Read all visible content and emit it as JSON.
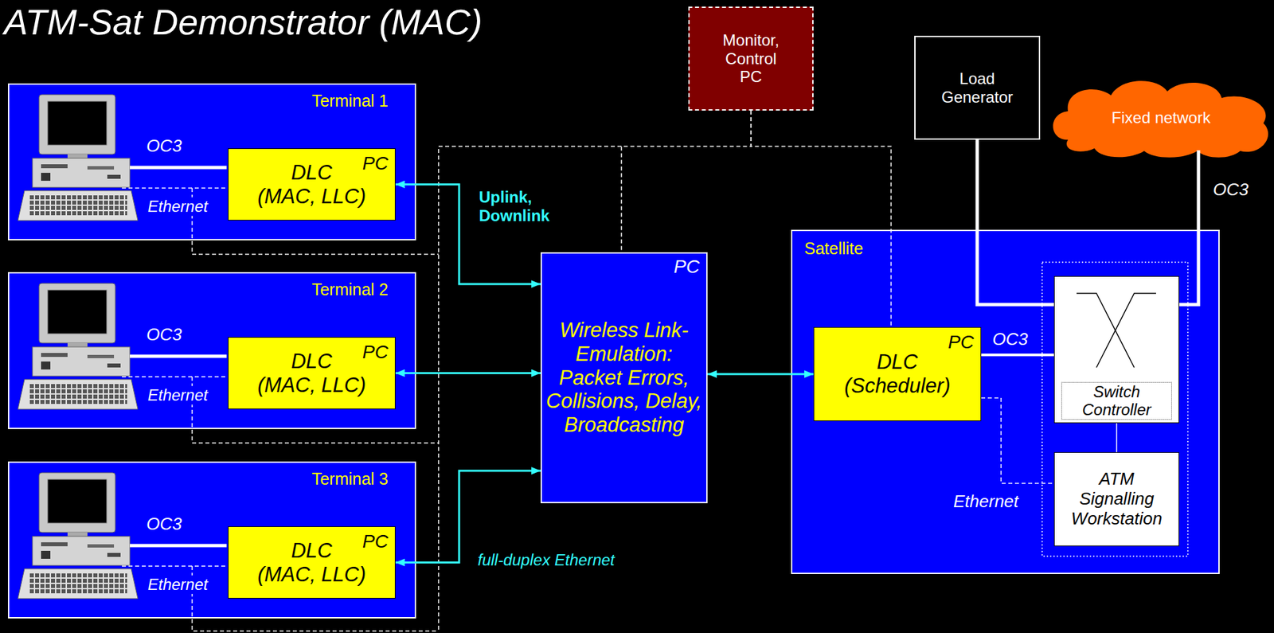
{
  "diagram": {
    "title": "ATM-Sat Demonstrator (MAC)",
    "nodes": [
      {
        "text": [
          "Terminal 1"
        ]
      },
      {
        "text": [
          "DLC",
          "(MAC, LLC)",
          "PC"
        ],
        "in": 0
      },
      {
        "text": [
          "Terminal 2"
        ]
      },
      {
        "text": [
          "DLC",
          "(MAC, LLC)",
          "PC"
        ],
        "in": 2
      },
      {
        "text": [
          "Terminal 3"
        ]
      },
      {
        "text": [
          "DLC",
          "(MAC, LLC)",
          "PC"
        ],
        "in": 4
      },
      {
        "text": [
          "Monitor, Control PC"
        ]
      },
      {
        "text": [
          "Load Generator"
        ]
      },
      {
        "text": [
          "Fixed network"
        ]
      },
      {
        "text": [
          "Wireless Link- Emulation: Packet Errors, Collisions, Delay, Broadcasting",
          "PC"
        ]
      },
      {
        "text": [
          "Satellite"
        ]
      },
      {
        "text": [
          "DLC",
          "(Scheduler)",
          "PC"
        ],
        "in": 10
      },
      {
        "text": [
          "Switch Controller"
        ],
        "in": 10
      },
      {
        "text": [
          "ATM Signalling Workstation"
        ],
        "in": 10
      }
    ],
    "edges": [
      {
        "from": 1,
        "to": 9,
        "arrow": "both"
      },
      {
        "from": 3,
        "to": 9,
        "arrow": "both"
      },
      {
        "from": 5,
        "to": 9,
        "arrow": "both"
      },
      {
        "from": 9,
        "to": 11,
        "arrow": "both"
      },
      {
        "from": 6,
        "to": 9,
        "arrow": "none"
      },
      {
        "from": 6,
        "to": 11,
        "arrow": "none"
      },
      {
        "from": 7,
        "to": 12,
        "arrow": "none"
      },
      {
        "from": 8,
        "to": 12,
        "arrow": "none"
      },
      {
        "from": 11,
        "to": 12,
        "arrow": "none"
      },
      {
        "from": 12,
        "to": 13,
        "arrow": "none"
      },
      {
        "from": 11,
        "to": 13,
        "arrow": "none"
      }
    ],
    "labels": [
      "OC3",
      "Ethernet",
      "OC3",
      "Ethernet",
      "OC3",
      "Ethernet",
      "Uplink, Downlink",
      "full-duplex Ethernet",
      "OC3",
      "OC3",
      "Ethernet"
    ]
  }
}
